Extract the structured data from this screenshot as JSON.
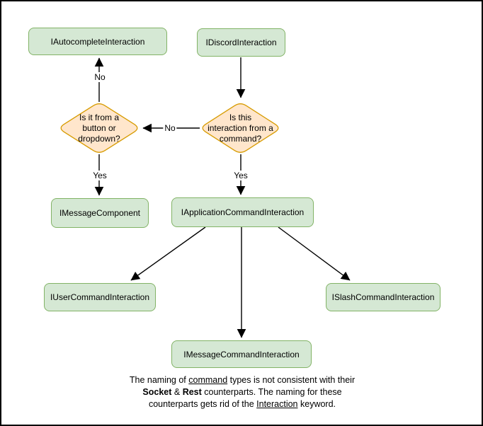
{
  "diagram": {
    "colors": {
      "node_fill": "#d5e8d4",
      "node_border": "#82b366",
      "decision_fill": "#ffe6cc",
      "decision_border": "#d79b00",
      "arrow": "#000000",
      "canvas_border": "#000000",
      "text": "#000000"
    },
    "nodes": {
      "autocomplete": {
        "label": "IAutocompleteInteraction"
      },
      "discord": {
        "label": "IDiscordInteraction"
      },
      "decision_button": {
        "label": "Is it from a button or dropdown?",
        "lines": [
          "Is it from a",
          "button or",
          "dropdown?"
        ]
      },
      "decision_command": {
        "label": "Is this interaction from a command?",
        "lines": [
          "Is this",
          "interaction from a",
          "command?"
        ]
      },
      "message_component": {
        "label": "IMessageComponent"
      },
      "application_command": {
        "label": "IApplicationCommandInteraction"
      },
      "user_command": {
        "label": "IUserCommandInteraction"
      },
      "slash_command": {
        "label": "ISlashCommandInteraction"
      },
      "message_command": {
        "label": "IMessageCommandInteraction"
      }
    },
    "edge_labels": {
      "no_to_autocomplete": "No",
      "no_to_button_decision": "No",
      "yes_to_message_component": "Yes",
      "yes_to_application_command": "Yes"
    },
    "caption": {
      "lines": [
        [
          {
            "t": "The naming of "
          },
          {
            "t": "command",
            "style": "u"
          },
          {
            "t": " types is not consistent with their"
          }
        ],
        [
          {
            "t": "Socket",
            "style": "b"
          },
          {
            "t": " & "
          },
          {
            "t": "Rest",
            "style": "b"
          },
          {
            "t": " counterparts. The naming for these"
          }
        ],
        [
          {
            "t": "counterparts gets rid of the "
          },
          {
            "t": "Interaction",
            "style": "u"
          },
          {
            "t": " keyword."
          }
        ]
      ]
    }
  }
}
